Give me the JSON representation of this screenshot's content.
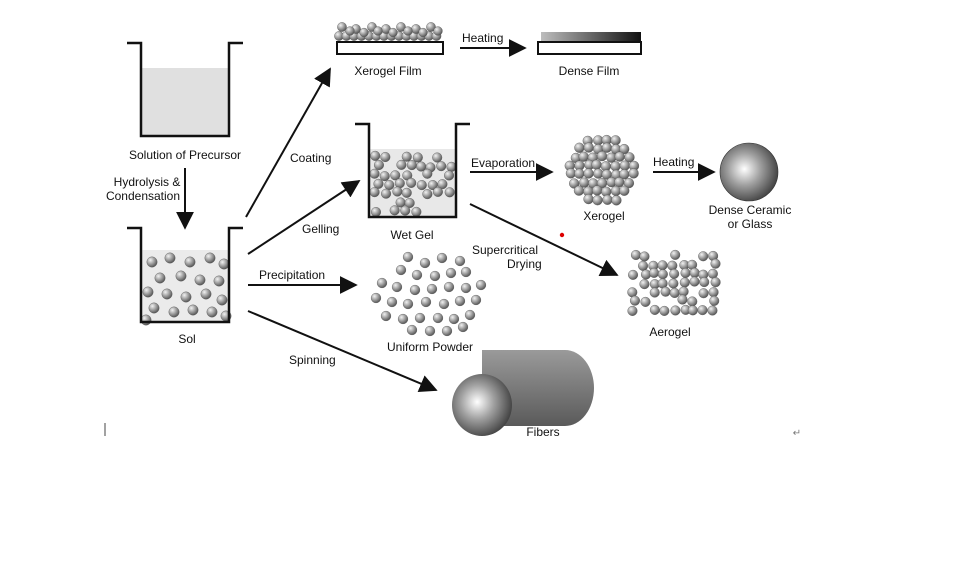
{
  "labels": {
    "solution": "Solution of Precursor",
    "hydrolysis_line1": "Hydrolysis &",
    "hydrolysis_line2": "Condensation",
    "sol": "Sol",
    "coating": "Coating",
    "gelling": "Gelling",
    "precipitation": "Precipitation",
    "spinning": "Spinning",
    "xerogel_film": "Xerogel Film",
    "heating_top": "Heating",
    "dense_film": "Dense Film",
    "wet_gel": "Wet Gel",
    "evaporation": "Evaporation",
    "xerogel": "Xerogel",
    "heating_mid": "Heating",
    "dense_ceramic_line1": "Dense Ceramic",
    "dense_ceramic_line2": "or Glass",
    "supercritical_line1": "Supercritical",
    "supercritical_line2": "Drying",
    "aerogel": "Aerogel",
    "uniform_powder": "Uniform Powder",
    "fibers": "Fibers",
    "return_mark": "↵"
  },
  "colors": {
    "line": "#111111",
    "solution_fill": "#e0e0e0",
    "particle": "#9a9a9a",
    "particle_highlight": "#eeeeee",
    "red_dot": "#dd0000"
  }
}
